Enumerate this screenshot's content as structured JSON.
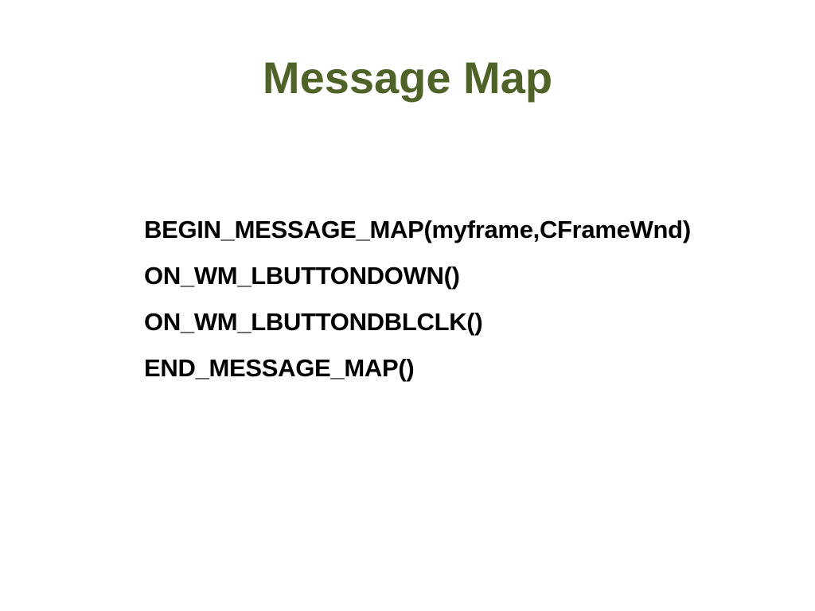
{
  "slide": {
    "title": "Message Map",
    "title_color": "#4f6228",
    "lines": [
      "BEGIN_MESSAGE_MAP(myframe,CFrameWnd)",
      "ON_WM_LBUTTONDOWN()",
      "ON_WM_LBUTTONDBLCLK()",
      "END_MESSAGE_MAP()"
    ]
  }
}
